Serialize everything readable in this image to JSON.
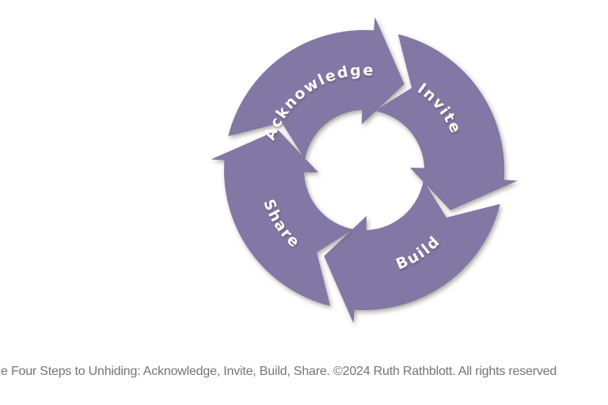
{
  "diagram": {
    "title_hint": "four-step-cycle",
    "steps": [
      {
        "label": "Acknowledge",
        "position": "top"
      },
      {
        "label": "Invite",
        "position": "right"
      },
      {
        "label": "Build",
        "position": "bottom-right"
      },
      {
        "label": "Share",
        "position": "left"
      }
    ],
    "colors": {
      "segment_fill": "#8277A5",
      "label_text": "#FFFFFF",
      "shadow": "#6B6B5E",
      "background": "#FFFFFF"
    }
  },
  "caption": {
    "text": "e Four Steps to Unhiding: Acknowledge, Invite, Build, Share. ©2024 Ruth Rathblott. All rights reserved",
    "color": "#747474"
  }
}
